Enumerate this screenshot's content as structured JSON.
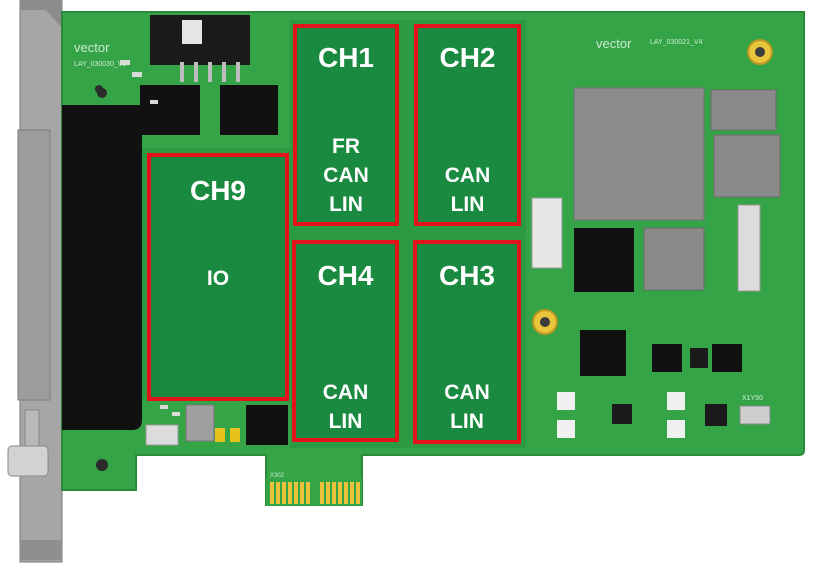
{
  "board": {
    "silk_vector_left": "vector",
    "silk_id_left": "LAY_030030_V1",
    "silk_vector_right": "vector",
    "silk_id_right": "LAY_030021_V4",
    "silk_small_chip": "X1Y50",
    "silk_edge": "X302"
  },
  "channels": {
    "ch1": {
      "title": "CH1",
      "lines": [
        "FR",
        "CAN",
        "LIN"
      ]
    },
    "ch2": {
      "title": "CH2",
      "lines": [
        "CAN",
        "LIN"
      ]
    },
    "ch3": {
      "title": "CH3",
      "lines": [
        "CAN",
        "LIN"
      ]
    },
    "ch4": {
      "title": "CH4",
      "lines": [
        "CAN",
        "LIN"
      ]
    },
    "ch9": {
      "title": "CH9",
      "lines": [
        "IO"
      ]
    }
  },
  "colors": {
    "pcb": "#35a447",
    "module": "#198a3f",
    "highlight": "#e3121b",
    "bracket": "#9a9a9a"
  }
}
